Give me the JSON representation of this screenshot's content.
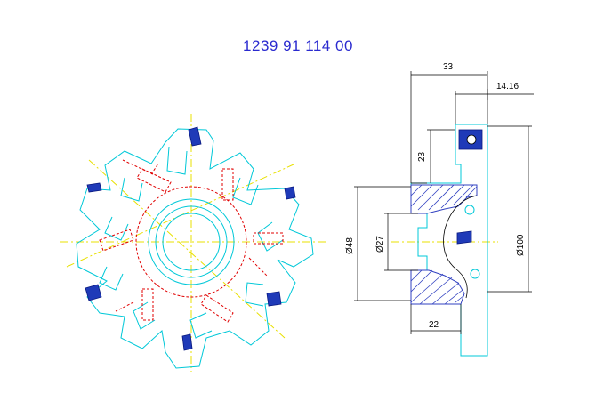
{
  "title": "1239 91 114 00",
  "dimensions": {
    "width_total": "33",
    "insert_width": "14.16",
    "cut_depth": "23",
    "hub_dia": "Ø48",
    "bore_dia": "Ø27",
    "outer_dia": "Ø100",
    "hub_width": "22"
  },
  "colors": {
    "outline": "#00c8d8",
    "hidden_lines": "#e00000",
    "centerlines": "#e8e000",
    "inserts": "#1f3ab8",
    "dimension_lines": "#000000",
    "title": "#2a2acf"
  }
}
